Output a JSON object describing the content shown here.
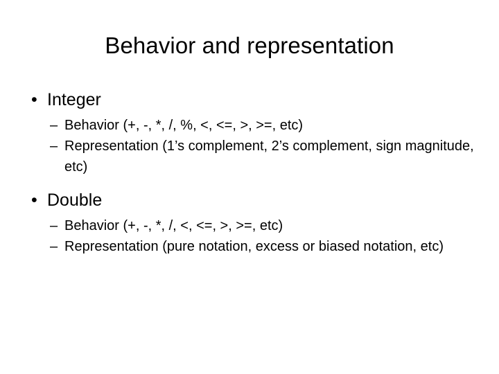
{
  "slide": {
    "title": "Behavior and representation",
    "bullet_glyph": "•",
    "dash_glyph": "–",
    "background_color": "#ffffff",
    "text_color": "#000000",
    "sections": [
      {
        "heading": "Integer",
        "items": [
          "Behavior (+, -, *, /, %, <, <=, >, >=, etc)",
          "Representation (1’s complement, 2’s complement, sign magnitude, etc)"
        ]
      },
      {
        "heading": "Double",
        "items": [
          "Behavior (+, -, *, /, <, <=, >, >=, etc)",
          "Representation (pure notation, excess or biased notation, etc)"
        ]
      }
    ]
  }
}
